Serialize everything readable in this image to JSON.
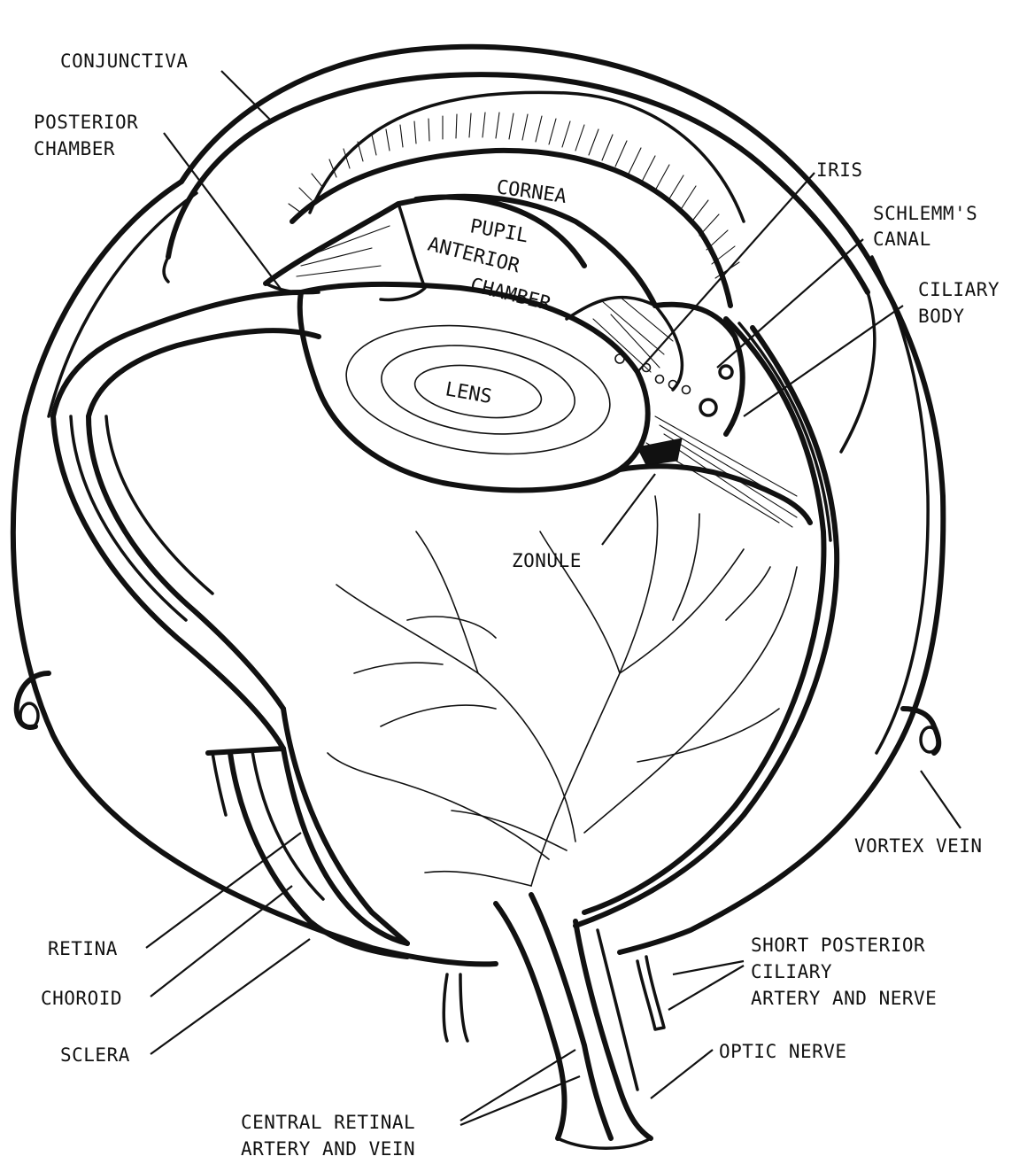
{
  "diagram": {
    "labels": {
      "conjunctiva": "CONJUNCTIVA",
      "posterior_chamber_1": "POSTERIOR",
      "posterior_chamber_2": "CHAMBER",
      "iris": "IRIS",
      "schlemm_1": "SCHLEMM'S",
      "schlemm_2": "CANAL",
      "ciliary_1": "CILIARY",
      "ciliary_2": "BODY",
      "cornea": "CORNEA",
      "pupil": "PUPIL",
      "anterior_1": "ANTERIOR",
      "anterior_2": "CHAMBER",
      "lens": "LENS",
      "zonule": "ZONULE",
      "vortex_vein": "VORTEX VEIN",
      "retina": "RETINA",
      "choroid": "CHOROID",
      "sclera": "SCLERA",
      "short_posterior_1": "SHORT POSTERIOR",
      "short_posterior_2": "CILIARY",
      "short_posterior_3": "ARTERY AND NERVE",
      "optic_nerve": "OPTIC NERVE",
      "central_retinal_1": "CENTRAL RETINAL",
      "central_retinal_2": "ARTERY AND VEIN"
    }
  }
}
